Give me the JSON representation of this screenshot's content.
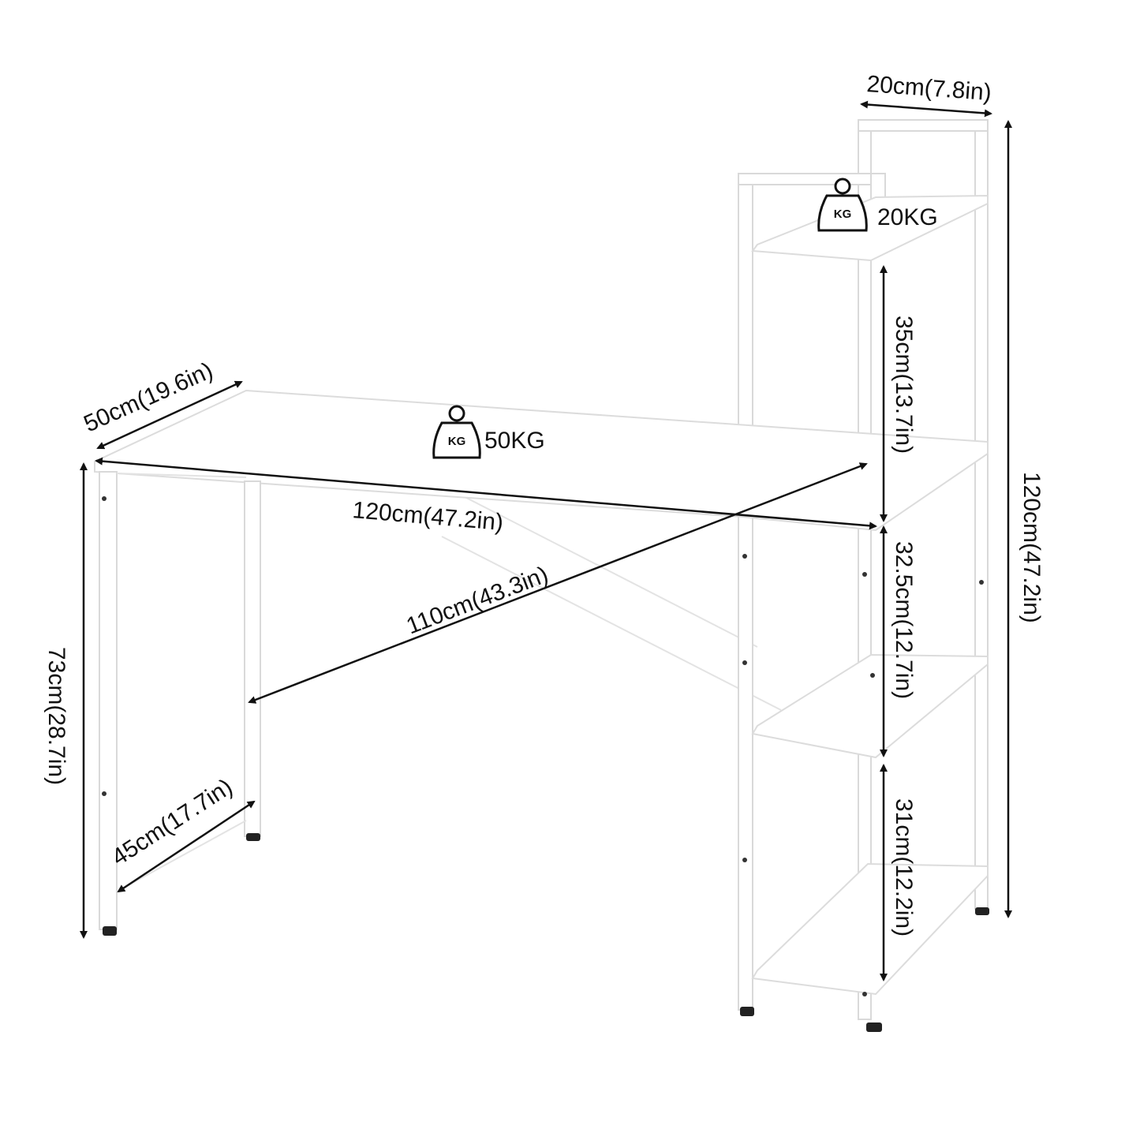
{
  "dimensions": {
    "depth": "50cm(19.6in)",
    "desk_length": "120cm(47.2in)",
    "diagonal": "110cm(43.3in)",
    "desk_height": "73cm(28.7in)",
    "leg_spacing": "45cm(17.7in)",
    "shelf_width": "20cm(7.8in)",
    "total_height": "120cm(47.2in)",
    "gap_top": "35cm(13.7in)",
    "gap_middle": "32.5cm(12.7in)",
    "gap_bottom": "31cm(12.2in)"
  },
  "loads": {
    "desktop": "50KG",
    "top_shelf": "20KG",
    "icon_label": "KG"
  },
  "colors": {
    "frame": "#ffffff",
    "line": "#111111",
    "foot": "#222222"
  }
}
